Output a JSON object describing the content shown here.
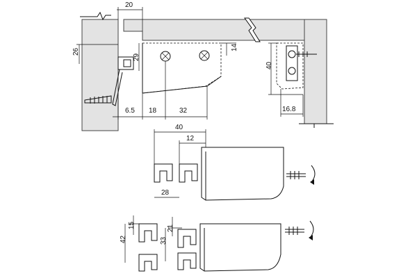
{
  "dimensions": {
    "top_width": "20",
    "side_height": "26",
    "bracket_height": "29",
    "screw_offset": "6.5",
    "hole_spacing_1": "18",
    "hole_spacing_2": "32",
    "bracket_rise": "14",
    "side_plate_height": "40",
    "side_plate_depth": "16.8",
    "clip_total": "40",
    "clip_gap": "12",
    "clip_base": "28",
    "clip_upper": "15",
    "clip_overall_a": "42",
    "clip_offset": "21",
    "clip_overall_b": "33"
  }
}
